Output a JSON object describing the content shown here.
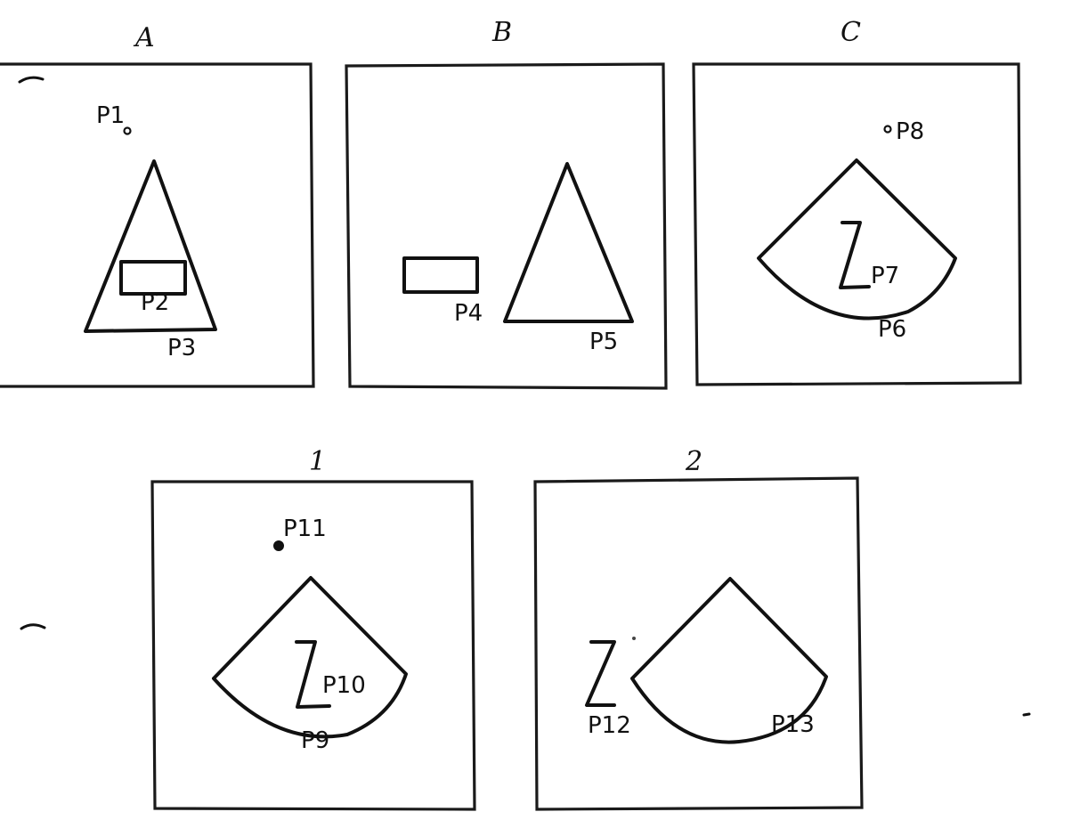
{
  "panels": {
    "A": {
      "title": "A",
      "labels": {
        "p1": "P1",
        "p2": "P2",
        "p3": "P3"
      }
    },
    "B": {
      "title": "B",
      "labels": {
        "p4": "P4",
        "p5": "P5"
      }
    },
    "C": {
      "title": "C",
      "labels": {
        "p8": "P8",
        "p7": "P7",
        "p6": "P6"
      }
    },
    "one": {
      "title": "1",
      "labels": {
        "p11": "P11",
        "p10": "P10",
        "p9": "P9"
      }
    },
    "two": {
      "title": "2",
      "labels": {
        "p12": "P12",
        "p13": "P13"
      }
    }
  },
  "ink_color": "#111111"
}
